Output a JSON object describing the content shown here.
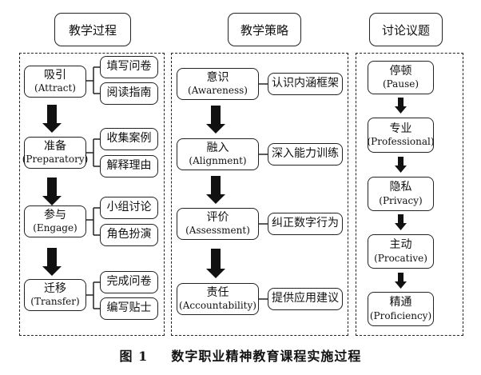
{
  "headers": {
    "process": "教学过程",
    "strategy": "教学策略",
    "topics": "讨论议题"
  },
  "process": [
    {
      "cn": "吸引",
      "en": "(Attract)",
      "subs": [
        "填写问卷",
        "阅读指南"
      ]
    },
    {
      "cn": "准备",
      "en": "(Preparatory)",
      "subs": [
        "收集案例",
        "解释理由"
      ]
    },
    {
      "cn": "参与",
      "en": "(Engage)",
      "subs": [
        "小组讨论",
        "角色扮演"
      ]
    },
    {
      "cn": "迁移",
      "en": "(Transfer)",
      "subs": [
        "完成问卷",
        "编写贴士"
      ]
    }
  ],
  "strategy": [
    {
      "cn": "意识",
      "en": "(Awareness)",
      "desc": "认识内涵框架"
    },
    {
      "cn": "融入",
      "en": "(Alignment)",
      "desc": "深入能力训练"
    },
    {
      "cn": "评价",
      "en": "(Assessment)",
      "desc": "纠正数字行为"
    },
    {
      "cn": "责任",
      "en": "(Accountability)",
      "desc": "提供应用建议"
    }
  ],
  "topics": [
    {
      "cn": "停顿",
      "en": "(Pause)"
    },
    {
      "cn": "专业",
      "en": "(Professional)"
    },
    {
      "cn": "隐私",
      "en": "(Privacy)"
    },
    {
      "cn": "主动",
      "en": "(Procative)"
    },
    {
      "cn": "精通",
      "en": "(Proficiency)"
    }
  ],
  "caption": {
    "label": "图 1",
    "text": "数字职业精神教育课程实施过程"
  }
}
